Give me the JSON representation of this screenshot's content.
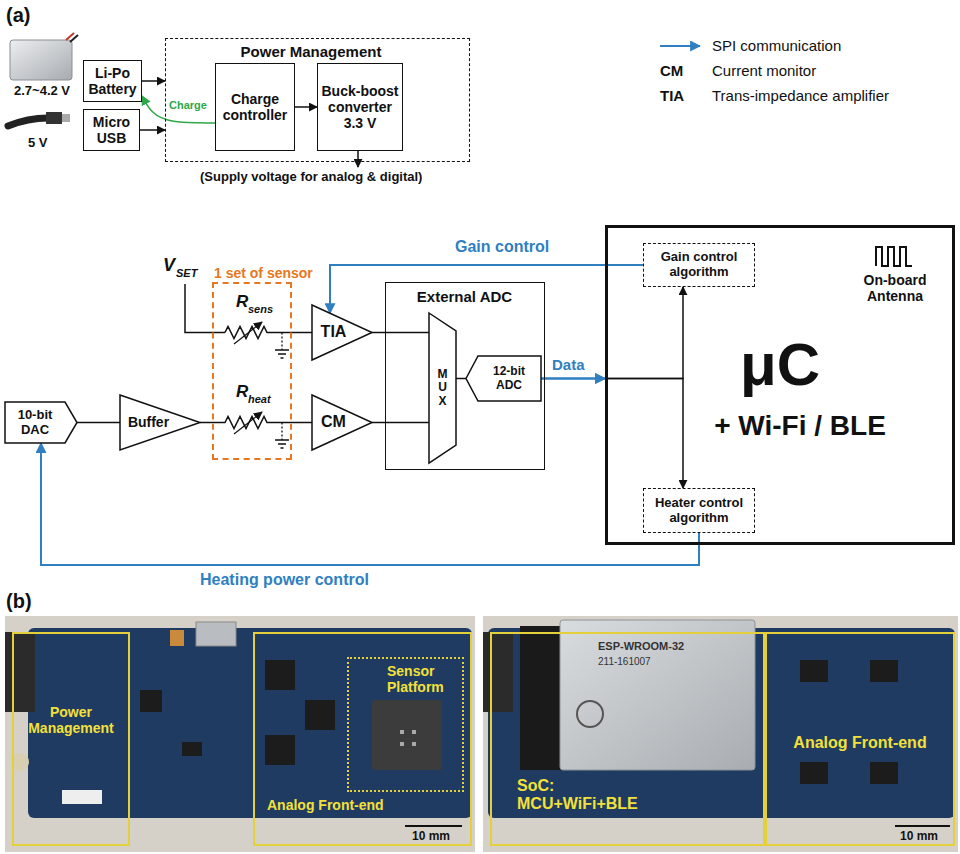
{
  "diagram": {
    "nodes": [
      {
        "text": [
          "Li-Po Battery"
        ]
      },
      {
        "text": [
          "Micro USB"
        ]
      },
      {
        "text": [
          "Power Management"
        ]
      },
      {
        "text": [
          "Charge controller"
        ],
        "in": 2
      },
      {
        "text": [
          "Buck-boost converter 3.3 V"
        ],
        "in": 2
      },
      {
        "text": [
          "1 set of sensor"
        ]
      },
      {
        "text": [
          "TIA"
        ]
      },
      {
        "text": [
          "External ADC"
        ]
      },
      {
        "text": [
          "MUX"
        ],
        "in": 7
      },
      {
        "text": [
          "12-bit ADC"
        ],
        "in": 7
      },
      {
        "text": [
          "μC",
          "+ Wi-Fi / BLE"
        ]
      },
      {
        "text": [
          "Gain control algorithm"
        ],
        "in": 10
      },
      {
        "text": [
          "Heater control algorithm"
        ],
        "in": 10
      },
      {
        "text": [
          "10-bit DAC"
        ]
      },
      {
        "text": [
          "Buffer"
        ]
      },
      {
        "text": [
          "CM"
        ]
      },
      {
        "text": [
          "Power Management"
        ]
      },
      {
        "text": [
          "Analog Front-end"
        ]
      },
      {
        "text": [
          "Sensor Platform"
        ],
        "in": 17
      },
      {
        "text": [
          "SoC: MCU+WiFi+BLE"
        ]
      },
      {
        "text": [
          "Analog Front-end"
        ]
      }
    ],
    "edges": [
      {
        "from": 0,
        "to": 2,
        "arrow": "to"
      },
      {
        "from": 1,
        "to": 2,
        "arrow": "to"
      },
      {
        "from": 3,
        "to": 0,
        "label": "Charge",
        "arrow": "to"
      },
      {
        "from": 3,
        "to": 4,
        "arrow": "to"
      },
      {
        "from": 5,
        "to": 6,
        "arrow": "none"
      },
      {
        "from": 14,
        "to": 5,
        "arrow": "none"
      },
      {
        "from": 13,
        "to": 14,
        "arrow": "none"
      },
      {
        "from": 5,
        "to": 15,
        "arrow": "none"
      },
      {
        "from": 6,
        "to": 8,
        "arrow": "none"
      },
      {
        "from": 15,
        "to": 8,
        "arrow": "none"
      },
      {
        "from": 8,
        "to": 9,
        "arrow": "none"
      },
      {
        "from": 9,
        "to": 11,
        "label": "Data",
        "arrow": "to"
      },
      {
        "from": 9,
        "to": 12,
        "arrow": "to"
      },
      {
        "from": 11,
        "to": 6,
        "label": "Gain control",
        "arrow": "to"
      },
      {
        "from": 12,
        "to": 13,
        "label": "Heating power control",
        "arrow": "to"
      }
    ],
    "labels": [
      "(a)",
      "2.7~4.2 V",
      "5 V",
      "(Supply voltage for analog & digital)",
      "CM",
      "Current monitor",
      "TIA",
      "Trans-impedance amplifier",
      "V",
      "SET",
      "R",
      "sens",
      "R",
      "heat",
      "On-board Antenna",
      "(b)",
      "ESP-WROOM-32",
      "211-161007",
      "10 mm",
      "10 mm"
    ],
    "legend": [
      {
        "text": "SPI communication"
      }
    ]
  }
}
